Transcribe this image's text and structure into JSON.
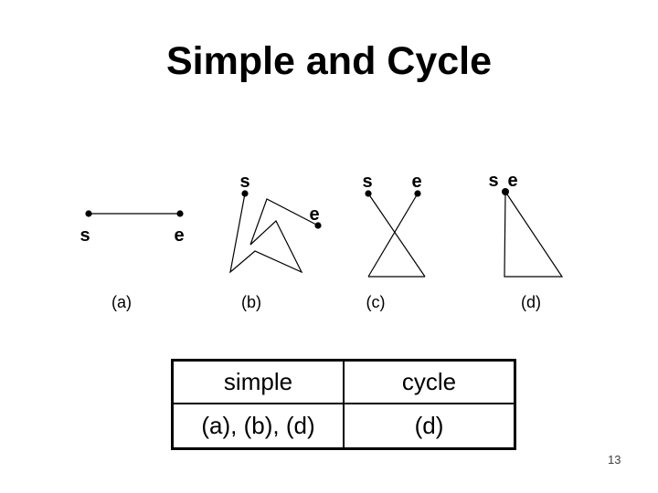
{
  "title": "Simple and Cycle",
  "page_number": "13",
  "colors": {
    "foreground": "#000000",
    "background": "#ffffff"
  },
  "figures": {
    "a": {
      "caption": "(a)",
      "start": "s",
      "end": "e"
    },
    "b": {
      "caption": "(b)",
      "start": "s",
      "end": "e"
    },
    "c": {
      "caption": "(c)",
      "start": "s",
      "end": "e"
    },
    "d": {
      "caption": "(d)",
      "start": "s",
      "end": "e"
    }
  },
  "table": {
    "headers": [
      "simple",
      "cycle"
    ],
    "rows": [
      [
        "(a), (b), (d)",
        "(d)"
      ]
    ]
  }
}
